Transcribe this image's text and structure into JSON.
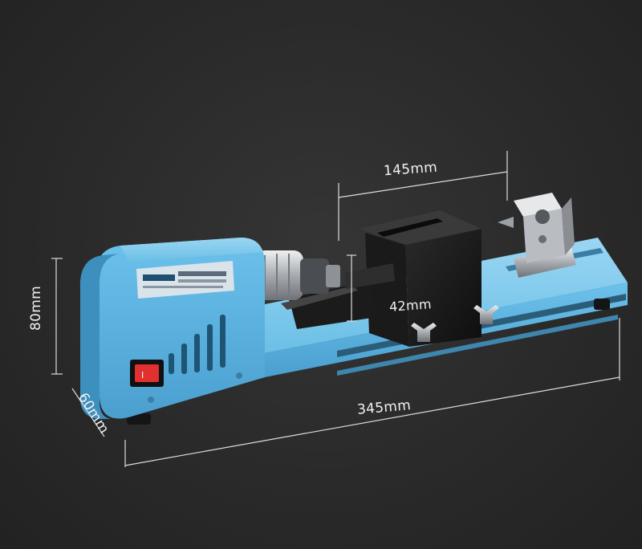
{
  "dimensions": {
    "length": "345mm",
    "height": "80mm",
    "depth": "60mm",
    "bed_span": "145mm",
    "tool_rest_height": "42mm"
  },
  "colors": {
    "background": "#2b2b2b",
    "body_blue": "#5ab3e0",
    "switch_red": "#e03030",
    "dimension_lines": "#dddddd",
    "metal": "#c9ccd0"
  },
  "icons": {
    "power_switch": "rocker-switch-icon",
    "vents": "vent-slots-icon",
    "chuck": "drill-chuck-icon",
    "tailstock": "tailstock-icon",
    "wing_nuts": "wing-nut-icon"
  }
}
